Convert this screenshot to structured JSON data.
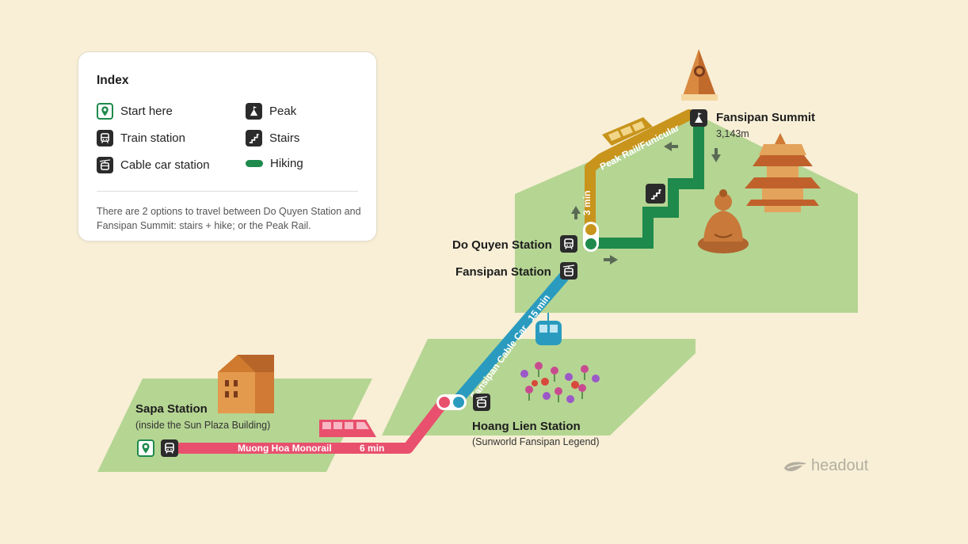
{
  "index": {
    "title": "Index",
    "items": [
      {
        "label": "Start here",
        "icon": "map-pin-icon"
      },
      {
        "label": "Train station",
        "icon": "train-icon"
      },
      {
        "label": "Cable car station",
        "icon": "cable-car-icon"
      },
      {
        "label": "Peak",
        "icon": "peak-icon"
      },
      {
        "label": "Stairs",
        "icon": "stairs-icon"
      },
      {
        "label": "Hiking",
        "icon": "hiking-line-icon"
      }
    ],
    "note": "There are 2 options to travel between Do Quyen Station and Fansipan Summit: stairs + hike; or the Peak Rail."
  },
  "stations": {
    "sapa": {
      "name": "Sapa Station",
      "sub": "(inside the Sun Plaza Building)"
    },
    "hoang_lien": {
      "name": "Hoang Lien Station",
      "sub": "(Sunworld Fansipan Legend)"
    },
    "fansipan": {
      "name": "Fansipan Station"
    },
    "do_quyen": {
      "name": "Do Quyen Station"
    },
    "summit": {
      "name": "Fansipan Summit",
      "elevation": "3,143m"
    }
  },
  "routes": {
    "monorail": {
      "name": "Muong Hoa Monorail",
      "time": "6 min"
    },
    "cable_car": {
      "name": "Fansipan Cable Car",
      "time": "15 min"
    },
    "peak_rail": {
      "name": "Peak Rail/Funicular",
      "time": "3 min"
    }
  },
  "brand": {
    "name": "headout"
  },
  "colors": {
    "background": "#f8efd6",
    "land": "#b5d593",
    "monorail": "#e8506d",
    "cable_car": "#2a9bbf",
    "peak_rail": "#c8941c",
    "hiking": "#1e8a4c"
  }
}
